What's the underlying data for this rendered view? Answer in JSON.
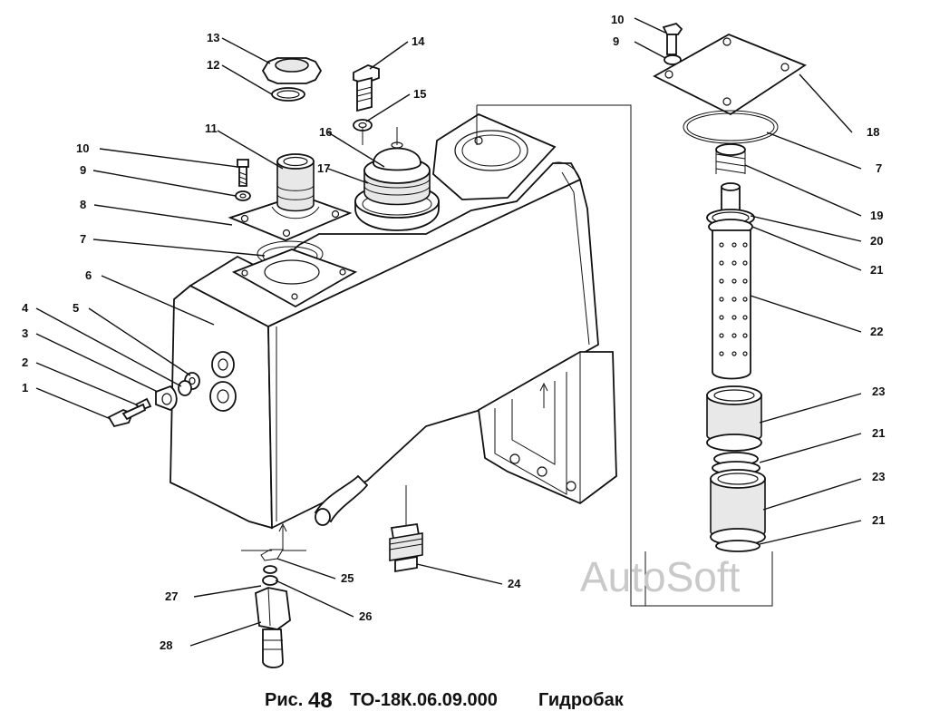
{
  "caption": {
    "prefix": "Рис.",
    "number": "48",
    "code": "ТО-18К.06.09.000",
    "title": "Гидробак"
  },
  "watermark": "AutoSoft",
  "callouts": [
    {
      "id": "c1",
      "label": "1"
    },
    {
      "id": "c2",
      "label": "2"
    },
    {
      "id": "c3",
      "label": "3"
    },
    {
      "id": "c4",
      "label": "4"
    },
    {
      "id": "c5",
      "label": "5"
    },
    {
      "id": "c6",
      "label": "6"
    },
    {
      "id": "c7a",
      "label": "7"
    },
    {
      "id": "c8",
      "label": "8"
    },
    {
      "id": "c9a",
      "label": "9"
    },
    {
      "id": "c10a",
      "label": "10"
    },
    {
      "id": "c11",
      "label": "11"
    },
    {
      "id": "c12",
      "label": "12"
    },
    {
      "id": "c13",
      "label": "13"
    },
    {
      "id": "c14",
      "label": "14"
    },
    {
      "id": "c15",
      "label": "15"
    },
    {
      "id": "c16",
      "label": "16"
    },
    {
      "id": "c17",
      "label": "17"
    },
    {
      "id": "c10b",
      "label": "10"
    },
    {
      "id": "c9b",
      "label": "9"
    },
    {
      "id": "c18",
      "label": "18"
    },
    {
      "id": "c7b",
      "label": "7"
    },
    {
      "id": "c19",
      "label": "19"
    },
    {
      "id": "c20",
      "label": "20"
    },
    {
      "id": "c21a",
      "label": "21"
    },
    {
      "id": "c22",
      "label": "22"
    },
    {
      "id": "c23a",
      "label": "23"
    },
    {
      "id": "c21b",
      "label": "21"
    },
    {
      "id": "c23b",
      "label": "23"
    },
    {
      "id": "c21c",
      "label": "21"
    },
    {
      "id": "c24",
      "label": "24"
    },
    {
      "id": "c25",
      "label": "25"
    },
    {
      "id": "c26",
      "label": "26"
    },
    {
      "id": "c27",
      "label": "27"
    },
    {
      "id": "c28",
      "label": "28"
    }
  ]
}
